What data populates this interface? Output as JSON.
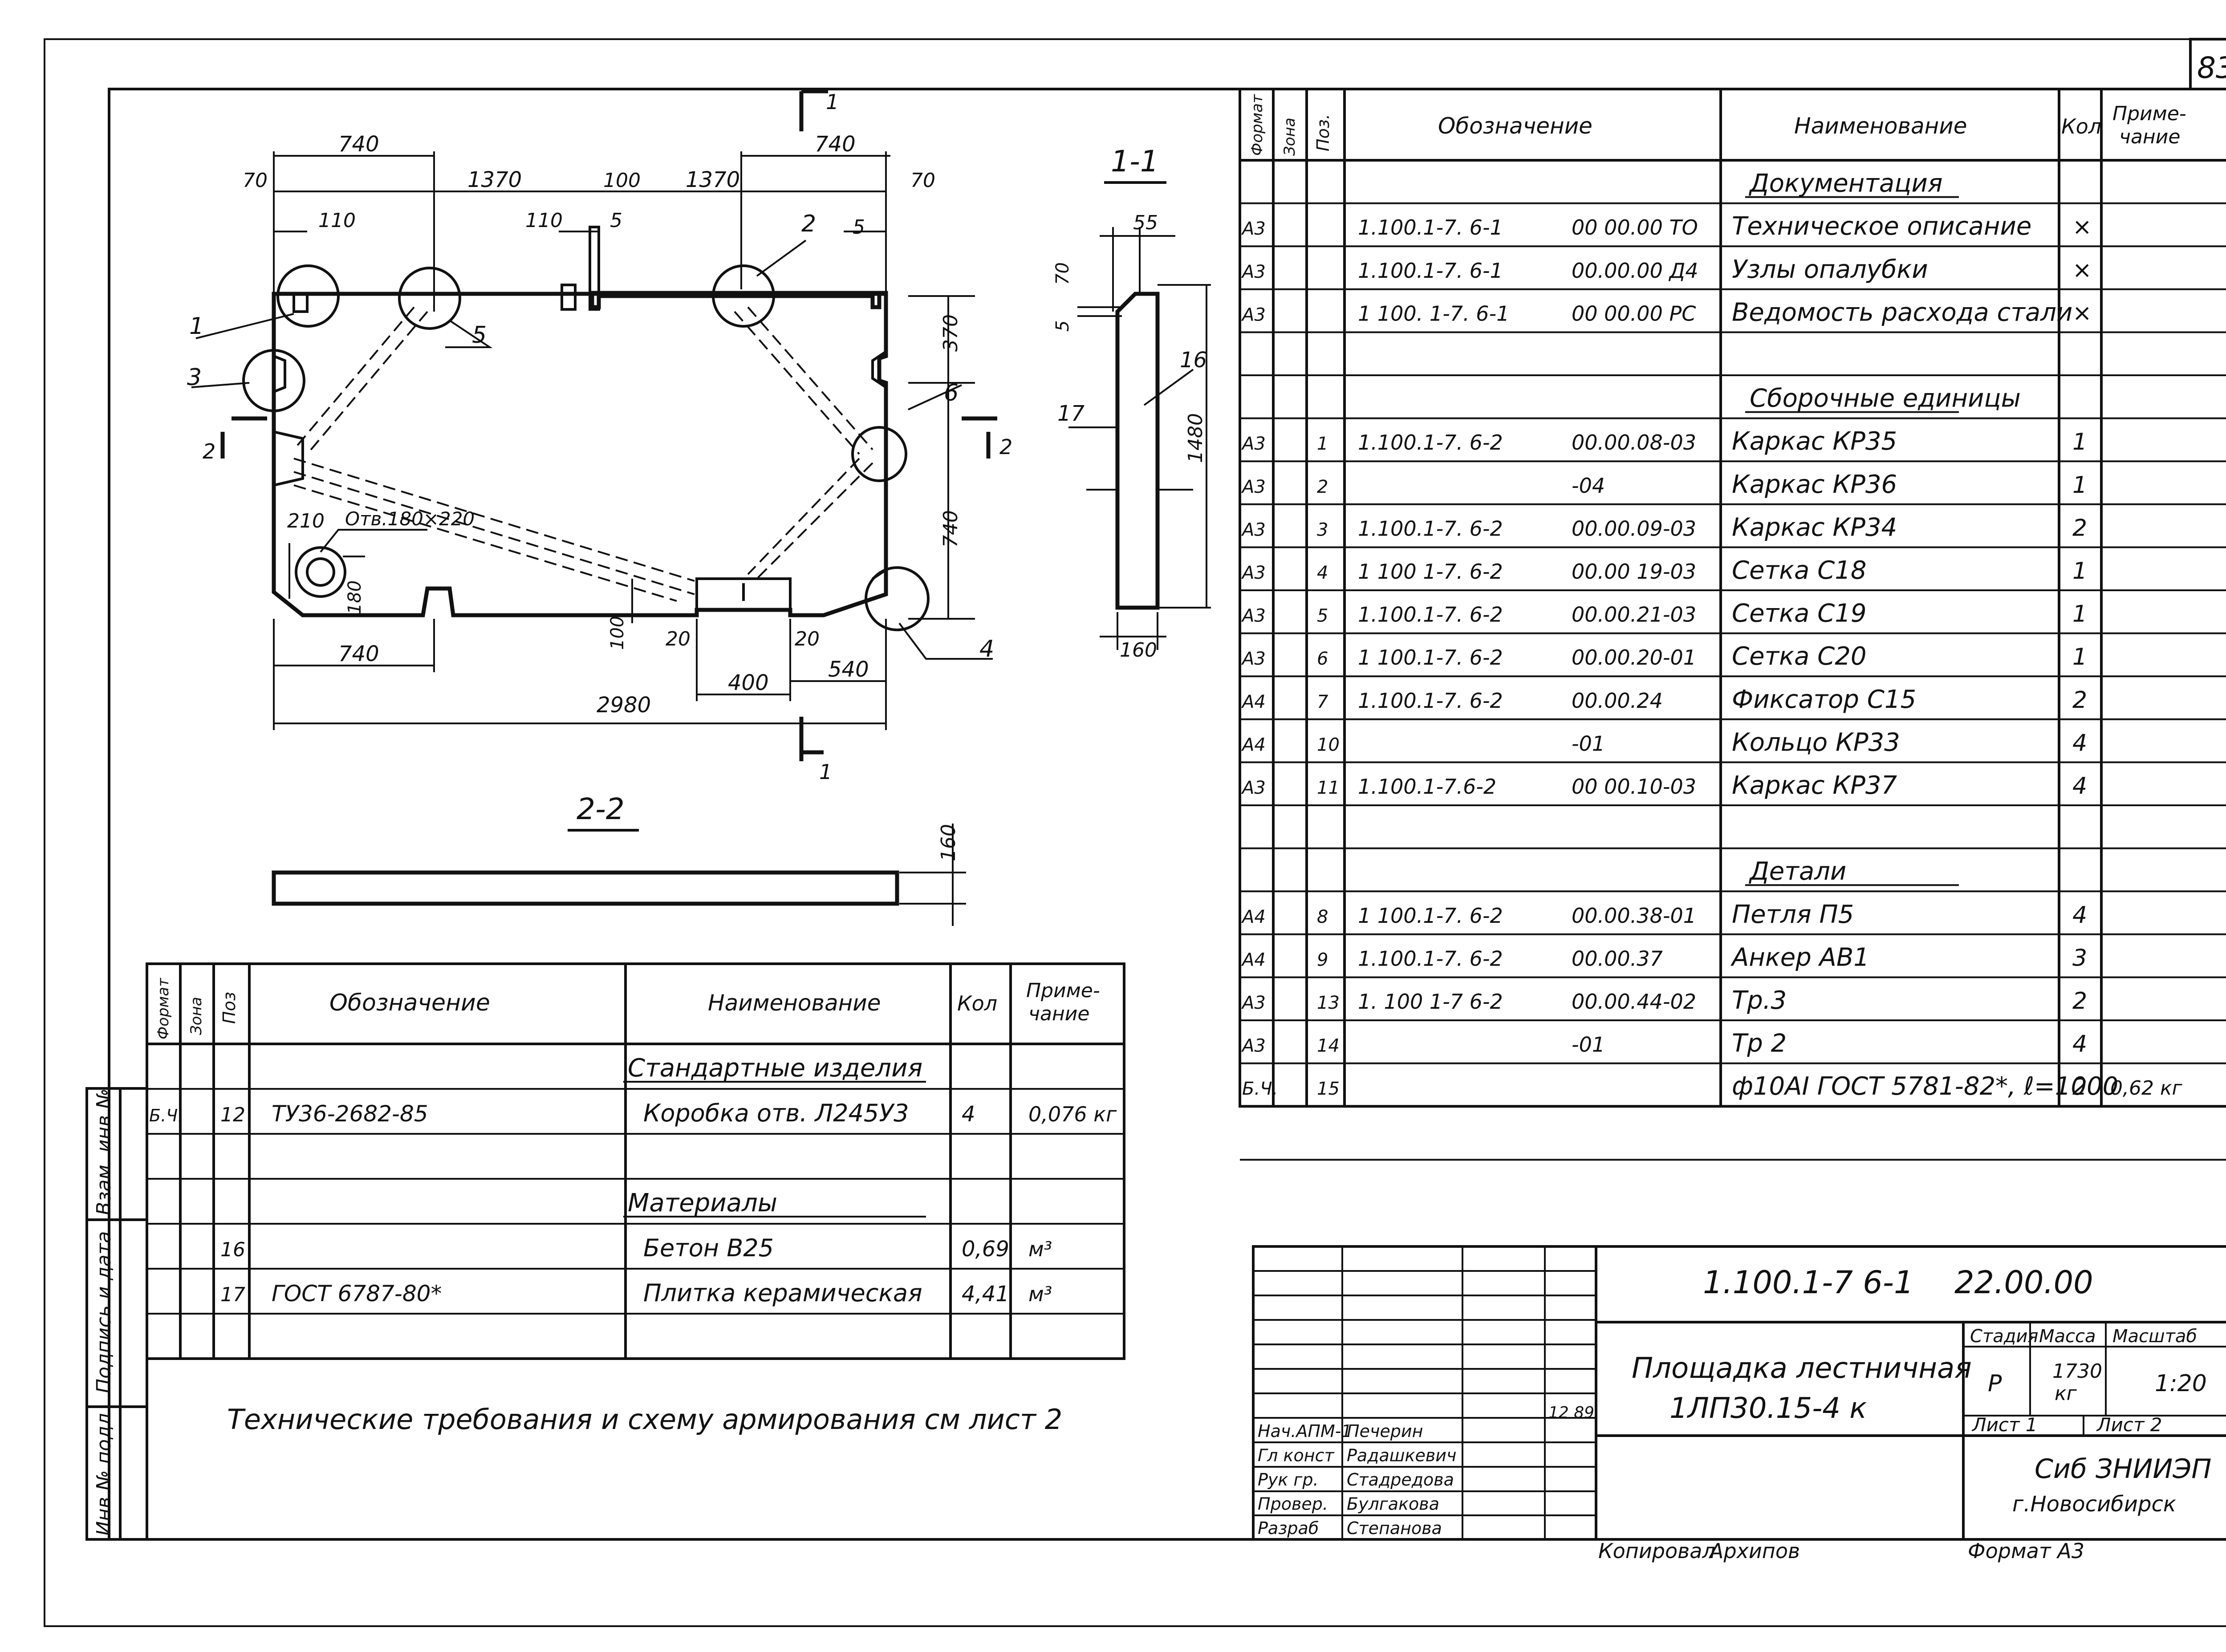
{
  "page_number": "83",
  "drawing": {
    "section_1_1": "1-1",
    "section_2_2": "2-2",
    "section_mark": "1",
    "section_mark_2": "2",
    "dims": {
      "d740a": "740",
      "d1370a": "1370",
      "d100": "100",
      "d1370b": "1370",
      "d740b": "740",
      "d70a": "70",
      "d70b": "70",
      "d110a": "110",
      "d110b": "110",
      "d5a": "5",
      "d5b": "5",
      "d370": "370",
      "d740v": "740",
      "d210": "210",
      "hole": "Отв.180×220",
      "d180": "180",
      "d100v": "100",
      "d20a": "20",
      "d20b": "20",
      "d740c": "740",
      "d400": "400",
      "d540": "540",
      "d2980": "2980",
      "s55": "55",
      "s70": "70",
      "s5": "5",
      "s1480": "1480",
      "s160": "160",
      "p160": "160"
    },
    "callouts": [
      "1",
      "2",
      "3",
      "4",
      "5",
      "6"
    ],
    "section_callouts": [
      "16",
      "17"
    ]
  },
  "spec_top": {
    "headers": {
      "format": "Формат",
      "zone": "Зона",
      "pos": "Поз.",
      "designation": "Обозначение",
      "name": "Наименование",
      "qty": "Кол",
      "note": "Приме-\nчание"
    },
    "rows": [
      {
        "f": "",
        "p": "",
        "d1": "",
        "d2": "",
        "n": "Документация",
        "q": "",
        "note": "",
        "section": true
      },
      {
        "f": "А3",
        "p": "",
        "d1": "1.100.1-7. 6-1",
        "d2": "00 00.00 ТО",
        "n": "Техническое описание",
        "q": "×",
        "note": ""
      },
      {
        "f": "А3",
        "p": "",
        "d1": "1.100.1-7. 6-1",
        "d2": "00.00.00 Д4",
        "n": "Узлы опалубки",
        "q": "×",
        "note": ""
      },
      {
        "f": "А3",
        "p": "",
        "d1": "1 100. 1-7. 6-1",
        "d2": "00 00.00 РС",
        "n": "Ведомость расхода стали",
        "q": "×",
        "note": ""
      },
      {
        "f": "",
        "p": "",
        "d1": "",
        "d2": "",
        "n": "",
        "q": "",
        "note": ""
      },
      {
        "f": "",
        "p": "",
        "d1": "",
        "d2": "",
        "n": "Сборочные единицы",
        "q": "",
        "note": "",
        "section": true
      },
      {
        "f": "А3",
        "p": "1",
        "d1": "1.100.1-7. 6-2",
        "d2": "00.00.08-03",
        "n": "Каркас    КР35",
        "q": "1",
        "note": ""
      },
      {
        "f": "А3",
        "p": "2",
        "d1": "",
        "d2": "-04",
        "n": "Каркас    КР36",
        "q": "1",
        "note": ""
      },
      {
        "f": "А3",
        "p": "3",
        "d1": "1.100.1-7. 6-2",
        "d2": "00.00.09-03",
        "n": "Каркас    КР34",
        "q": "2",
        "note": ""
      },
      {
        "f": "А3",
        "p": "4",
        "d1": "1 100 1-7. 6-2",
        "d2": "00.00 19-03",
        "n": "Сетка     С18",
        "q": "1",
        "note": ""
      },
      {
        "f": "А3",
        "p": "5",
        "d1": "1.100.1-7. 6-2",
        "d2": "00.00.21-03",
        "n": "Сетка     С19",
        "q": "1",
        "note": ""
      },
      {
        "f": "А3",
        "p": "6",
        "d1": "1 100.1-7. 6-2",
        "d2": "00.00.20-01",
        "n": "Сетка     С20",
        "q": "1",
        "note": ""
      },
      {
        "f": "А4",
        "p": "7",
        "d1": "1.100.1-7. 6-2",
        "d2": "00.00.24",
        "n": "Фиксатор  С15",
        "q": "2",
        "note": ""
      },
      {
        "f": "А4",
        "p": "10",
        "d1": "",
        "d2": "-01",
        "n": "Кольцо    КР33",
        "q": "4",
        "note": ""
      },
      {
        "f": "А3",
        "p": "11",
        "d1": "1.100.1-7.6-2",
        "d2": "00 00.10-03",
        "n": "Каркас    КР37",
        "q": "4",
        "note": ""
      },
      {
        "f": "",
        "p": "",
        "d1": "",
        "d2": "",
        "n": "",
        "q": "",
        "note": ""
      },
      {
        "f": "",
        "p": "",
        "d1": "",
        "d2": "",
        "n": "Детали",
        "q": "",
        "note": "",
        "section": true
      },
      {
        "f": "А4",
        "p": "8",
        "d1": "1 100.1-7. 6-2",
        "d2": "00.00.38-01",
        "n": "Петля   П5",
        "q": "4",
        "note": ""
      },
      {
        "f": "А4",
        "p": "9",
        "d1": "1.100.1-7. 6-2",
        "d2": "00.00.37",
        "n": "Анкер   АВ1",
        "q": "3",
        "note": ""
      },
      {
        "f": "А3",
        "p": "13",
        "d1": "1. 100 1-7 6-2",
        "d2": "00.00.44-02",
        "n": "Тр.3",
        "q": "2",
        "note": ""
      },
      {
        "f": "А3",
        "p": "14",
        "d1": "",
        "d2": "-01",
        "n": "Тр 2",
        "q": "4",
        "note": ""
      },
      {
        "f": "Б.Ч.",
        "p": "15",
        "d1": "",
        "d2": "",
        "n": "ф10АI ГОСТ 5781-82*, ℓ=1000",
        "q": "2",
        "note": "0,62 кг"
      }
    ]
  },
  "spec_bottom": {
    "headers": {
      "format": "Формат",
      "zone": "Зона",
      "pos": "Поз",
      "designation": "Обозначение",
      "name": "Наименование",
      "qty": "Кол",
      "note": "Приме-\nчание"
    },
    "rows": [
      {
        "f": "",
        "p": "",
        "d": "",
        "n": "Стандартные изделия",
        "q": "",
        "note": "",
        "section": true
      },
      {
        "f": "Б.Ч.",
        "p": "12",
        "d": "ТУ36-2682-85",
        "n": "Коробка отв. Л245У3",
        "q": "4",
        "note": "0,076 кг"
      },
      {
        "f": "",
        "p": "",
        "d": "",
        "n": "",
        "q": "",
        "note": ""
      },
      {
        "f": "",
        "p": "",
        "d": "",
        "n": "Материалы",
        "q": "",
        "note": "",
        "section": true
      },
      {
        "f": "",
        "p": "16",
        "d": "",
        "n": "Бетон  В25",
        "q": "0,69",
        "note": "м³"
      },
      {
        "f": "",
        "p": "17",
        "d": "ГОСТ 6787-80*",
        "n": "Плитка керамическая",
        "q": "4,41",
        "note": "м³"
      },
      {
        "f": "",
        "p": "",
        "d": "",
        "n": "",
        "q": "",
        "note": ""
      }
    ]
  },
  "side_stamp": [
    "Инв.№ подл.",
    "Подпись и дата",
    "Взам. инв.№"
  ],
  "tech_note": "Технические требования и схему армирования см лист 2",
  "title_block": {
    "code": "1.100.1-7 6-1",
    "number": "22.00.00",
    "title_line1": "Площадка лестничная",
    "title_line2": "1ЛП30.15-4 к",
    "stage_label": "Стадия",
    "mass_label": "Масса",
    "scale_label": "Масштаб",
    "stage": "Р",
    "mass": "1730\nкг",
    "scale": "1:20",
    "sheet": "Лист 1",
    "sheets": "Лист 2",
    "org1": "Сиб ЗНИИЭП",
    "org2": "г.Новосибирск",
    "date": "12 89",
    "people": [
      {
        "role": "Нач.АПМ-1",
        "name": "Печерин"
      },
      {
        "role": "Гл конст",
        "name": "Радашкевич"
      },
      {
        "role": "Рук гр.",
        "name": "Стадредова"
      },
      {
        "role": "Провер.",
        "name": "Булгакова"
      },
      {
        "role": "Разраб",
        "name": "Степанова"
      }
    ]
  },
  "copied_label": "Копировал",
  "copied_by": "Архипов",
  "format_label": "Формат А3"
}
